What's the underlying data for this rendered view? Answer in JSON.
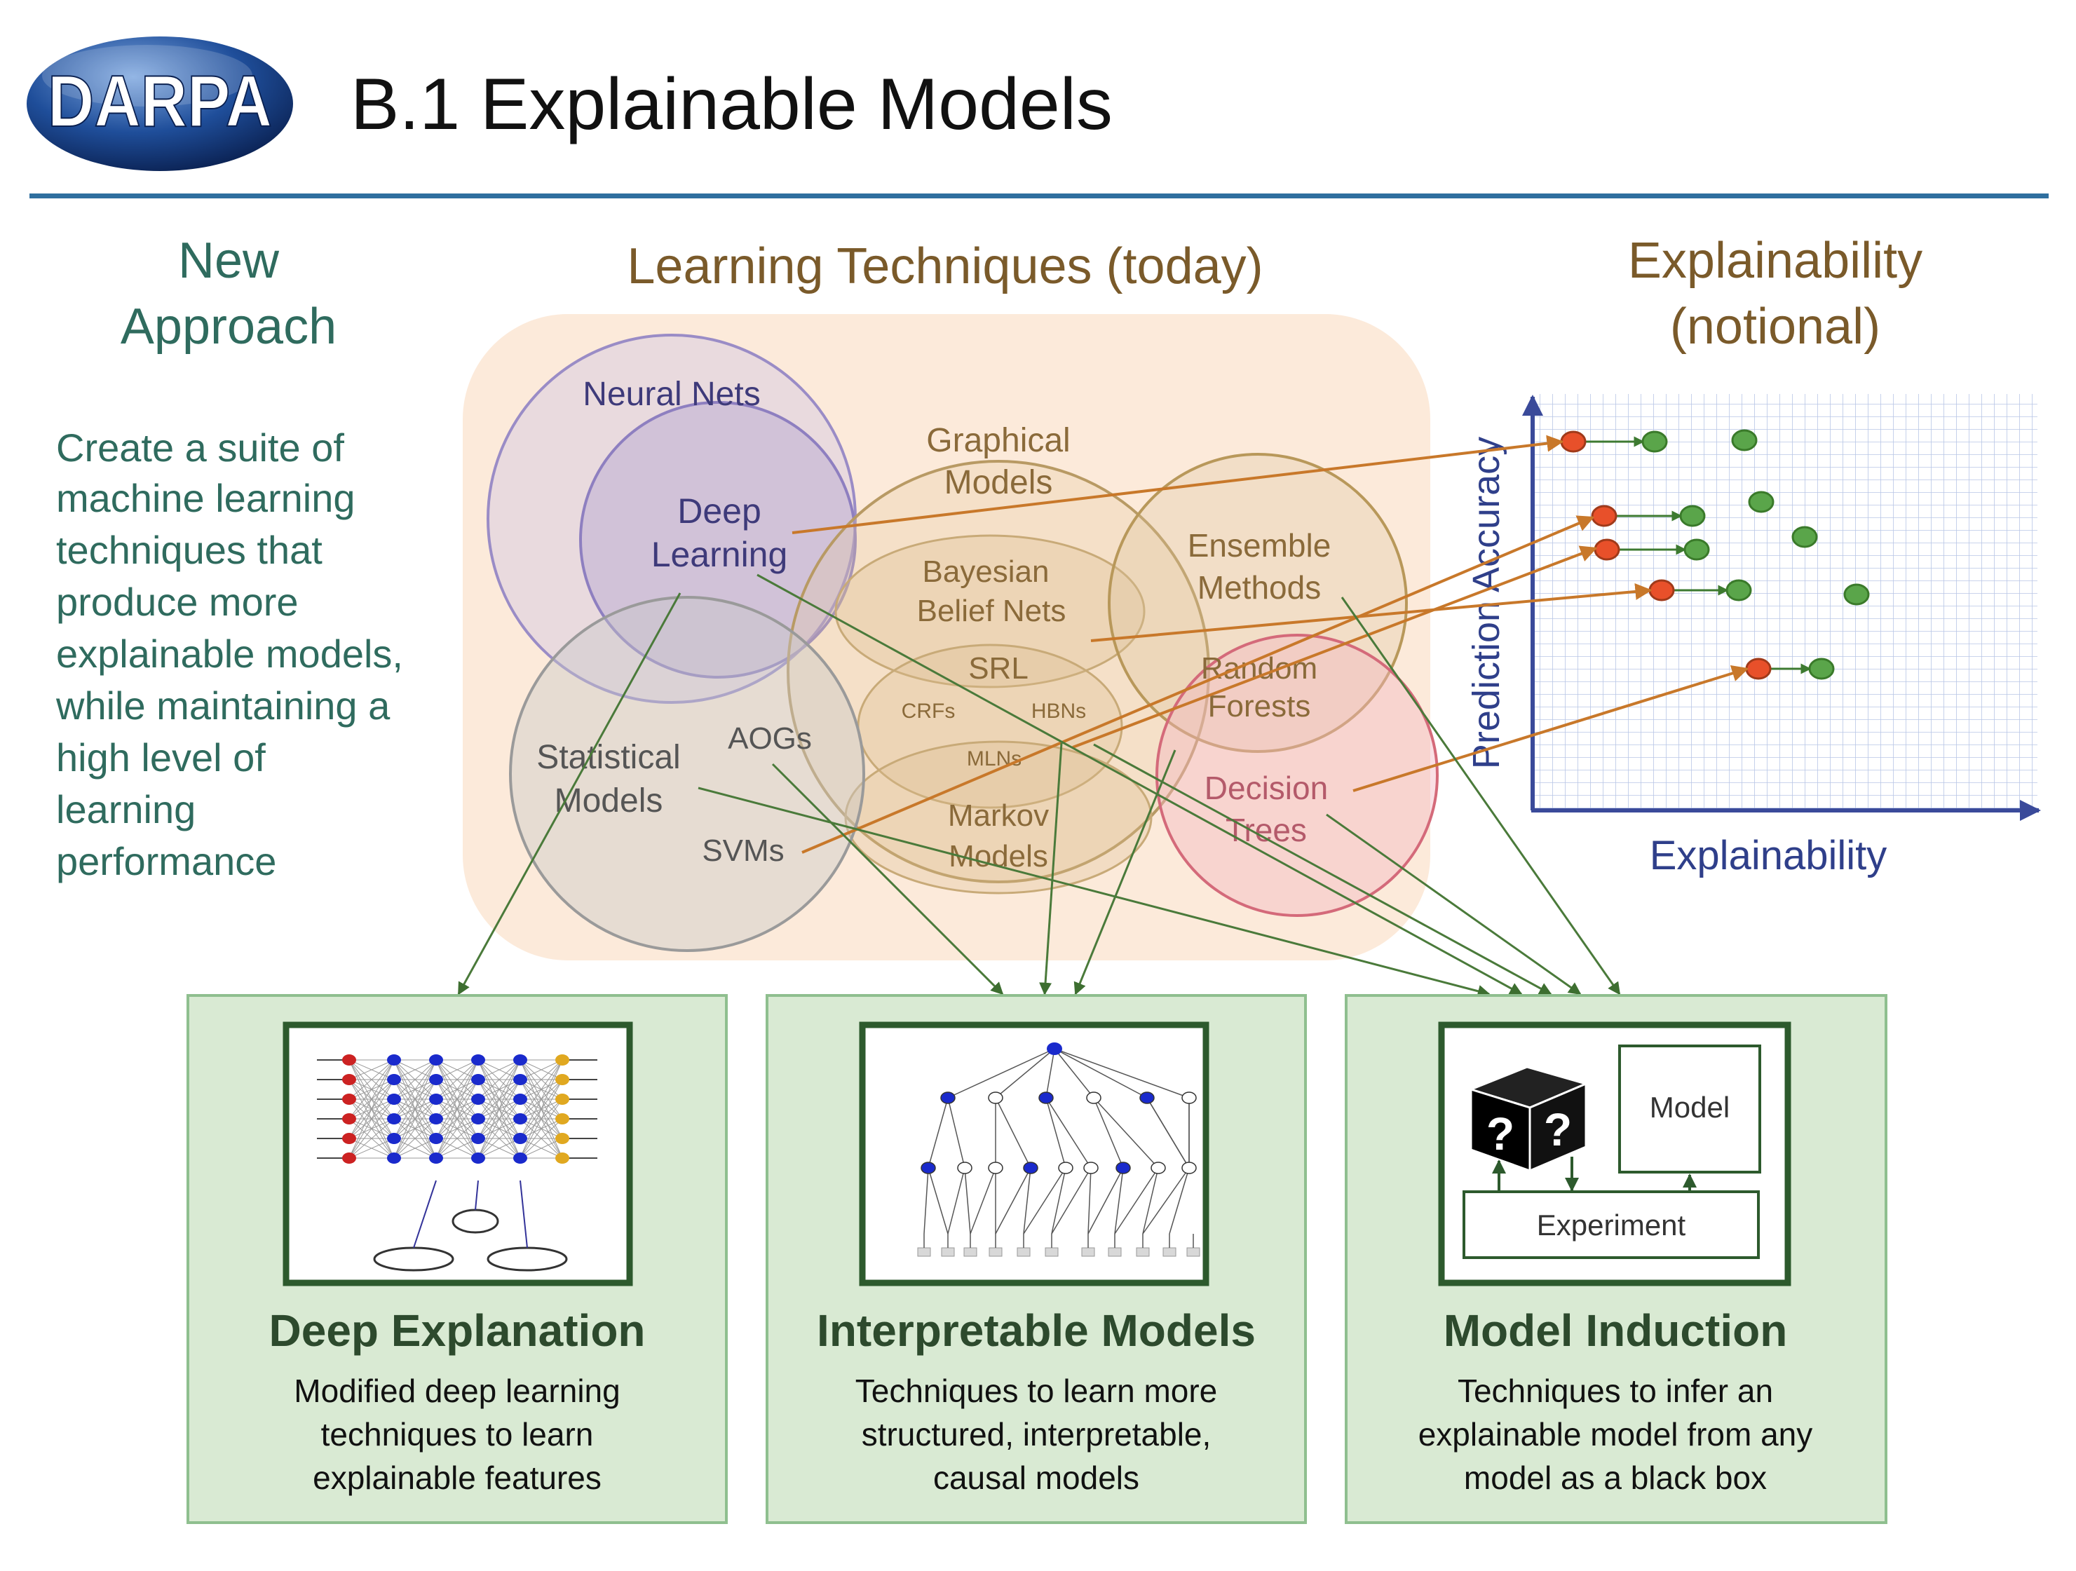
{
  "header": {
    "logo_text": "DARPA",
    "title": "B.1 Explainable Models"
  },
  "new_approach": {
    "heading_line1": "New",
    "heading_line2": "Approach",
    "body_lines": [
      "Create  a suite of",
      "machine learning",
      "techniques that",
      "produce more",
      "explainable models,",
      "while maintaining a",
      "high level  of",
      "learning",
      "performance"
    ]
  },
  "techniques": {
    "heading": "Learning Techniques  (today)",
    "labels": {
      "neural_nets": "Neural  Nets",
      "deep_learning_1": "Deep",
      "deep_learning_2": "Learning",
      "graphical_1": "Graphical",
      "graphical_2": "Models",
      "bayesian_1": "Bayesian",
      "bayesian_2": "Belief Nets",
      "srl": "SRL",
      "crfs": "CRFs",
      "hbns": "HBNs",
      "mlns": "MLNs",
      "markov_1": "Markov",
      "markov_2": "Models",
      "ensemble_1": "Ensemble",
      "ensemble_2": "Methods",
      "random_1": "Random",
      "random_2": "Forests",
      "decision_1": "Decision",
      "decision_2": "Trees",
      "statistical_1": "Statistical",
      "statistical_2": "Models",
      "aogs": "AOGs",
      "svms": "SVMs"
    }
  },
  "explainability": {
    "heading_line1": "Explainability",
    "heading_line2": "(notional)",
    "x_axis_label": "Explainability",
    "y_axis_label": "Prediction Accuracy"
  },
  "panels": [
    {
      "title": "Deep Explanation",
      "desc_lines": [
        "Modified  deep learning",
        "techniques to learn",
        "explainable  features"
      ]
    },
    {
      "title": "Interpretable Models",
      "desc_lines": [
        "Techniques  to learn more",
        "structured, interpretable,",
        "causal models"
      ]
    },
    {
      "title": "Model Induction",
      "desc_lines": [
        "Techniques  to infer an",
        "explainable  model  from any",
        "model  as a black box"
      ]
    }
  ],
  "model_induction_figure": {
    "model_label": "Model",
    "experiment_label": "Experiment",
    "question_mark": "?"
  },
  "colors": {
    "title_text": "#111111",
    "rule_blue": "#2f6f9f",
    "approach_green": "#2f6b5e",
    "heading_brown": "#7a5a2a",
    "panel_fill": "#d9ead3",
    "panel_border": "#8fbf8f",
    "orange_arrow": "#c8782a",
    "green_arrow": "#4a7a3a",
    "neural_purple": "#9a8cc6",
    "decision_red": "#d46a7a",
    "dot_red": "#e8502a",
    "dot_green": "#5aa54a"
  }
}
